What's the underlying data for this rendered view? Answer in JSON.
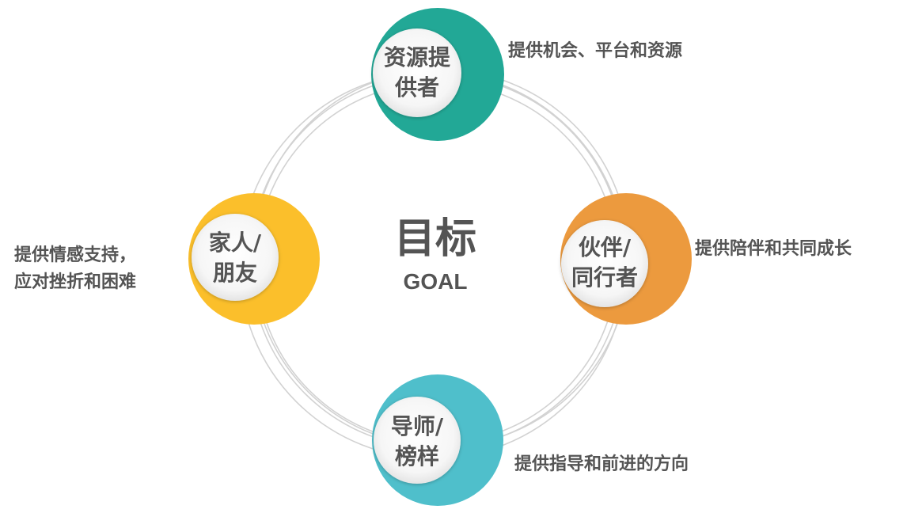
{
  "center": {
    "title": "目标",
    "subtitle": "GOAL"
  },
  "nodes": [
    {
      "id": "resource",
      "line1": "资源提",
      "line2": "供者",
      "color": "#22A896",
      "description": [
        "提供机会、平台和资源"
      ]
    },
    {
      "id": "partner",
      "line1": "伙伴/",
      "line2": "同行者",
      "color": "#EC9A3E",
      "description": [
        "提供陪伴和共同成长"
      ]
    },
    {
      "id": "mentor",
      "line1": "导师/",
      "line2": "榜样",
      "color": "#4FBFCB",
      "description": [
        "提供指导和前进的方向"
      ]
    },
    {
      "id": "family",
      "line1": "家人/",
      "line2": "朋友",
      "color": "#FBBF2B",
      "description": [
        "提供情感支持，",
        "应对挫折和困难"
      ]
    }
  ]
}
